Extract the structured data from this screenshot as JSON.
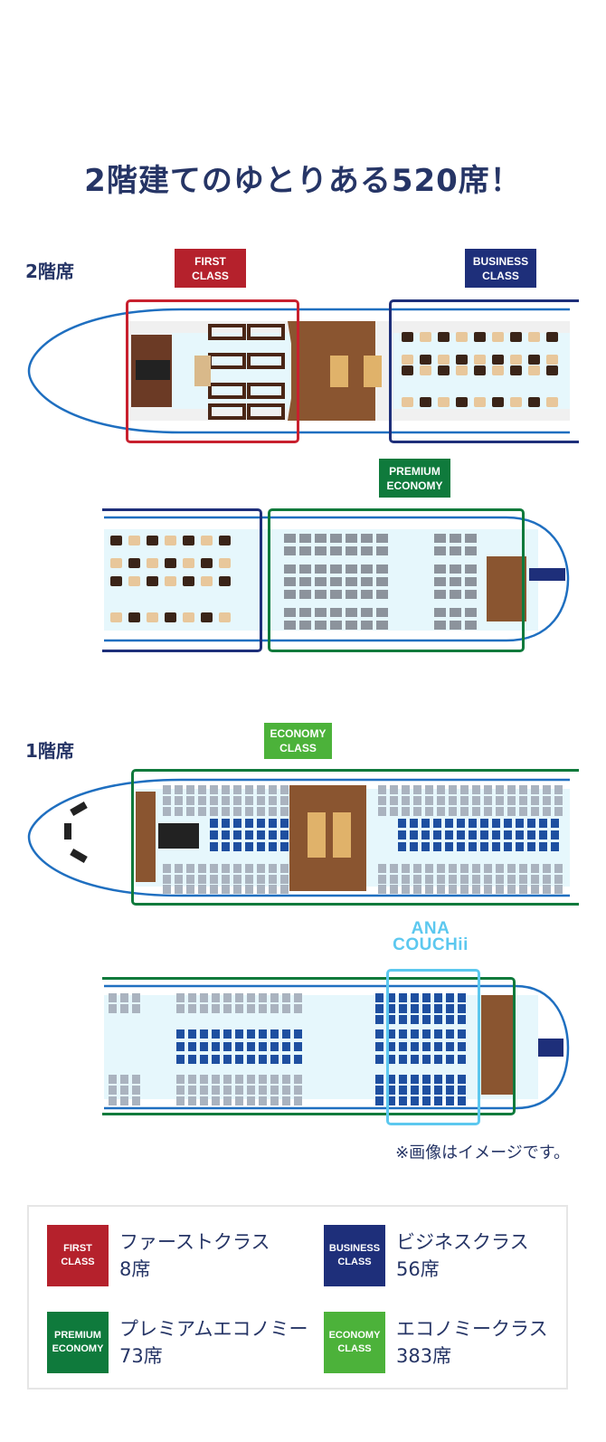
{
  "title": "2階建てのゆとりある520席！",
  "upper_deck_label": "2階席",
  "lower_deck_label": "1階席",
  "tags": {
    "first": [
      "FIRST",
      "CLASS"
    ],
    "business": [
      "BUSINESS",
      "CLASS"
    ],
    "premium": [
      "PREMIUM",
      "ECONOMY"
    ],
    "economy": [
      "ECONOMY",
      "CLASS"
    ]
  },
  "couch_logo": [
    "ANA",
    "COUCHii"
  ],
  "note": "※画像はイメージです。",
  "legend": [
    {
      "tag": [
        "FIRST",
        "CLASS"
      ],
      "name": "ファーストクラス",
      "seats": "8席",
      "color": "#b5212c"
    },
    {
      "tag": [
        "BUSINESS",
        "CLASS"
      ],
      "name": "ビジネスクラス",
      "seats": "56席",
      "color": "#1e2f7a"
    },
    {
      "tag": [
        "PREMIUM",
        "ECONOMY"
      ],
      "name": "プレミアムエコノミー",
      "seats": "73席",
      "color": "#0f7a3c"
    },
    {
      "tag": [
        "ECONOMY",
        "CLASS"
      ],
      "name": "エコノミークラス",
      "seats": "383席",
      "color": "#4cb23a"
    }
  ],
  "colors": {
    "first": "#b5212c",
    "business": "#1e2f7a",
    "premium": "#0f7a3c",
    "economy": "#4cb23a",
    "couch": "#5cc8ef",
    "fuselage": "#1f6fc0"
  }
}
